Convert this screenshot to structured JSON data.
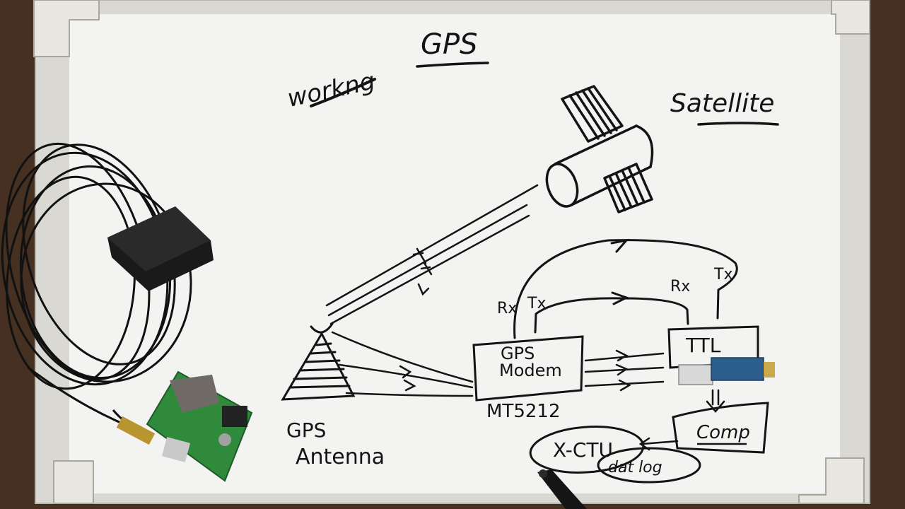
{
  "board": {
    "title": "GPS",
    "subtitle": "workng",
    "satellite_label": "Satellite",
    "antenna_label_line1": "GPS",
    "antenna_label_line2": "Antenna",
    "modem_label_line1": "GPS",
    "modem_label_line2": "Modem",
    "modem_chip": "MT5212",
    "ttl_label": "TTL",
    "comp_label": "Comp",
    "xctu_label": "X-CTU",
    "datalog_label": "dat log",
    "rx_label": "Rx",
    "tx_label": "Tx",
    "signal_mark": "t"
  },
  "colors": {
    "board": "#f3f3f1",
    "frame": "#d9d8d2",
    "table": "#4a3426",
    "ink": "#141414",
    "pcb": "#2f8a3c",
    "connector": "#6f6a66"
  },
  "objects": {
    "antenna_puck": "black magnetic gps antenna with coiled cable",
    "gps_module": "green gps receiver board",
    "usb_ttl": "usb to ttl converter",
    "marker": "black marker pen"
  }
}
